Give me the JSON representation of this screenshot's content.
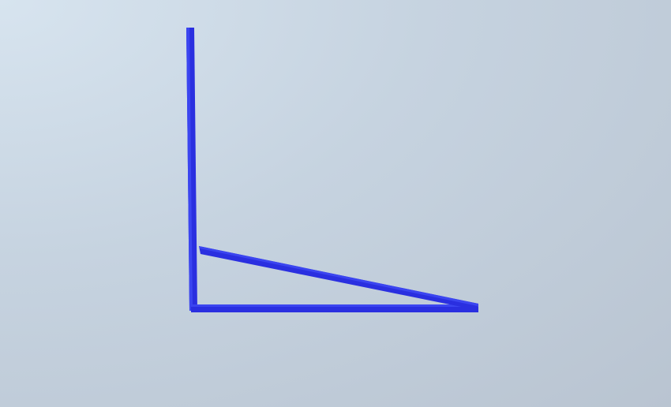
{
  "scene": {
    "background_colors": [
      "#d7e4ef",
      "#c6d3e0",
      "#b9c4d1"
    ],
    "rod_color": "#2a2fe0",
    "rod_highlight": "#3b45f0",
    "objects": [
      {
        "name": "vertical-rod"
      },
      {
        "name": "horizontal-rod"
      },
      {
        "name": "diagonal-rod"
      }
    ]
  }
}
